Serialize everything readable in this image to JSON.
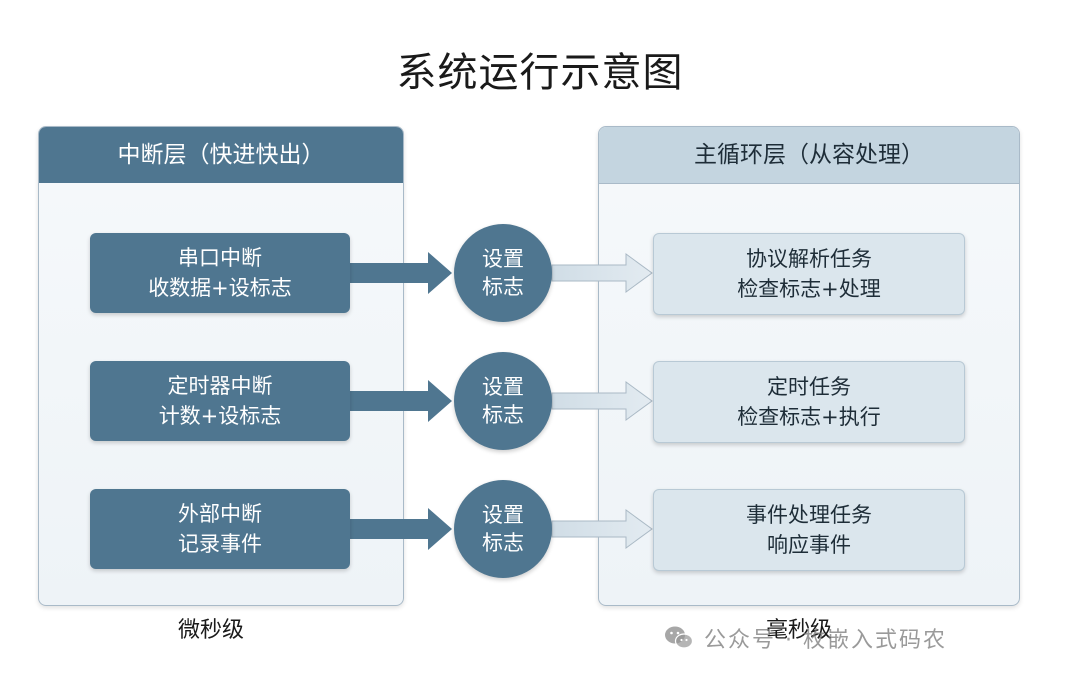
{
  "title": "系统运行示意图",
  "left_panel": {
    "header": "中断层（快进快出）",
    "footer": "微秒级",
    "items": [
      {
        "line1": "串口中断",
        "line2": "收数据+设标志"
      },
      {
        "line1": "定时器中断",
        "line2": "计数+设标志"
      },
      {
        "line1": "外部中断",
        "line2": "记录事件"
      }
    ]
  },
  "connector": {
    "line1": "设置",
    "line2": "标志"
  },
  "right_panel": {
    "header": "主循环层（从容处理）",
    "footer": "毫秒级",
    "items": [
      {
        "line1": "协议解析任务",
        "line2": "检查标志+处理"
      },
      {
        "line1": "定时任务",
        "line2": "检查标志+执行"
      },
      {
        "line1": "事件处理任务",
        "line2": "响应事件"
      }
    ]
  },
  "watermark": "公众号 · 枚嵌入式码农",
  "colors": {
    "primary": "#4f7690",
    "light_box": "#dbe6ed",
    "right_header": "#c4d5e0",
    "arrow_light": "#d5e1e9"
  },
  "icons": {
    "watermark": "wechat-icon"
  }
}
